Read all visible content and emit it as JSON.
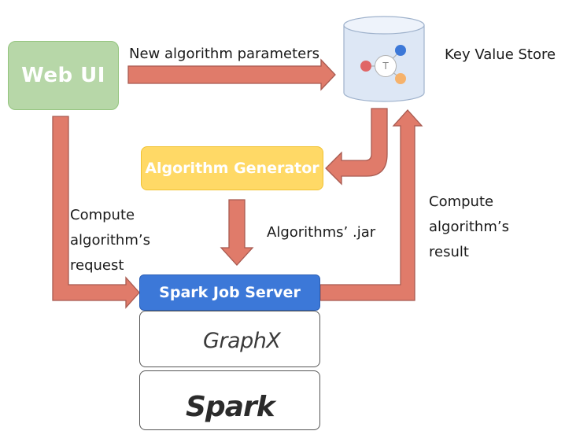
{
  "nodes": {
    "web_ui": "Web UI",
    "key_value_store": "Key Value Store",
    "algorithm_generator": "Algorithm Generator",
    "spark_job_server": "Spark Job Server",
    "graphx": "GraphX",
    "spark": "Spark",
    "kv_icon_node": "T"
  },
  "edges": {
    "new_params": "New algorithm parameters",
    "compute_request": "Compute\nalgorithm’s\nrequest",
    "algorithms_jar": "Algorithms’ .jar",
    "compute_result": "Compute\nalgorithm’s\nresult"
  },
  "colors": {
    "arrow_fill": "#e07b6a",
    "arrow_stroke": "#a85a50",
    "web_ui": "#b7d7a8",
    "algorithm_generator": "#ffd966",
    "spark_job_server": "#3c78d8",
    "spark_star": "#e25a1c"
  },
  "icons": [
    "database-icon",
    "graphx-logo-icon",
    "spark-logo-icon"
  ]
}
